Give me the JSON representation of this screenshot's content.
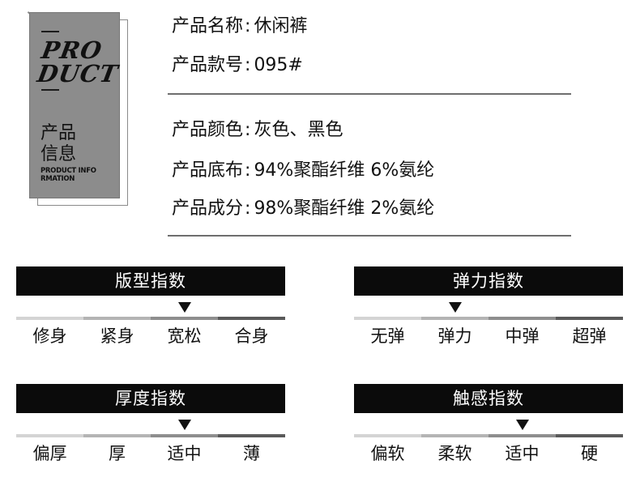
{
  "tag": {
    "logo_line1": "PRO",
    "logo_line2": "DUCT",
    "info_cn_line1": "产品",
    "info_cn_line2": "信息",
    "info_en_line1": "PRODUCT INFO",
    "info_en_line2": "RMATION"
  },
  "product": {
    "name": {
      "label": "产品名称",
      "value": "休闲裤"
    },
    "style_no": {
      "label": "产品款号",
      "value": "095#"
    },
    "color": {
      "label": "产品颜色",
      "value": "灰色、黑色"
    },
    "base_fabric": {
      "label": "产品底布",
      "value": "94%聚酯纤维 6%氨纶"
    },
    "composition": {
      "label": "产品成分",
      "value": "98%聚酯纤维 2%氨纶"
    }
  },
  "indices": {
    "fit": {
      "title": "版型指数",
      "options": [
        "修身",
        "紧身",
        "宽松",
        "合身"
      ],
      "selected": "宽松",
      "selected_index": 2
    },
    "elasticity": {
      "title": "弹力指数",
      "options": [
        "无弹",
        "弹力",
        "中弹",
        "超弹"
      ],
      "selected": "弹力",
      "selected_index": 1
    },
    "thickness": {
      "title": "厚度指数",
      "options": [
        "偏厚",
        "厚",
        "适中",
        "薄"
      ],
      "selected": "适中",
      "selected_index": 2
    },
    "touch": {
      "title": "触感指数",
      "options": [
        "偏软",
        "柔软",
        "适中",
        "硬"
      ],
      "selected": "适中",
      "selected_index": 2
    }
  },
  "colors": {
    "tag_gray": "#8c8c8c",
    "title_bar": "#0b0b0b",
    "scale_segments": [
      "#d4d4d4",
      "#b4b4b4",
      "#8e8e8e",
      "#5a5a5a"
    ]
  }
}
